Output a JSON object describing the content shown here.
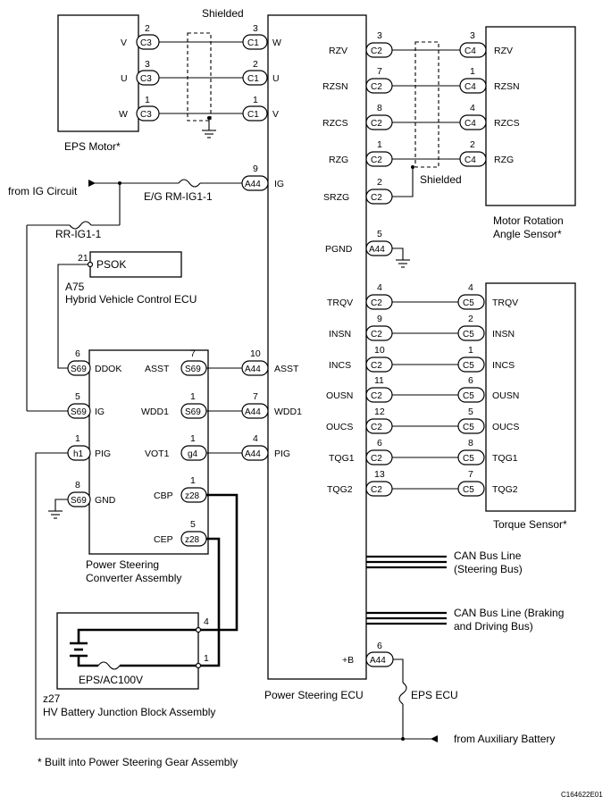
{
  "labels": {
    "shielded_top": "Shielded",
    "shielded_right": "Shielded",
    "eps_motor": "EPS Motor*",
    "ecu": "Power Steering ECU",
    "motor_rotation_1": "Motor Rotation",
    "motor_rotation_2": "Angle Sensor*",
    "torque_sensor": "Torque Sensor*",
    "from_ig": "from IG Circuit",
    "eg_rm": "E/G RM-IG1-1",
    "rr_ig": "RR-IG1-1",
    "psok": "PSOK",
    "a75_code": "A75",
    "a75_name": "Hybrid Vehicle Control ECU",
    "converter_1": "Power Steering",
    "converter_2": "Converter Assembly",
    "eps_ac": "EPS/AC100V",
    "z27_code": "z27",
    "z27_name": "HV Battery Junction Block Assembly",
    "can1_1": "CAN Bus Line",
    "can1_2": "(Steering Bus)",
    "can2_1": "CAN Bus Line (Braking",
    "can2_2": "and Driving Bus)",
    "eps_ecu_fuse": "EPS ECU",
    "from_aux": "from Auxiliary Battery",
    "footnote": "*  Built into Power Steering Gear Assembly",
    "figure_id": "C164622E01"
  },
  "motor_rows": [
    {
      "term": "V",
      "c3": "C3",
      "p1": "2",
      "c1": "C1",
      "p2": "3",
      "ecu": "W"
    },
    {
      "term": "U",
      "c3": "C3",
      "p1": "3",
      "c1": "C1",
      "p2": "2",
      "ecu": "U"
    },
    {
      "term": "W",
      "c3": "C3",
      "p1": "1",
      "c1": "C1",
      "p2": "1",
      "ecu": "V"
    }
  ],
  "ig_row": {
    "conn": "A44",
    "pin": "9",
    "label": "IG"
  },
  "angle_rows": [
    {
      "sig": "RZV",
      "c2": "C2",
      "p1": "3",
      "c4": "C4",
      "p2": "3",
      "term": "RZV"
    },
    {
      "sig": "RZSN",
      "c2": "C2",
      "p1": "7",
      "c4": "C4",
      "p2": "1",
      "term": "RZSN"
    },
    {
      "sig": "RZCS",
      "c2": "C2",
      "p1": "8",
      "c4": "C4",
      "p2": "4",
      "term": "RZCS"
    },
    {
      "sig": "RZG",
      "c2": "C2",
      "p1": "1",
      "c4": "C4",
      "p2": "2",
      "term": "RZG"
    }
  ],
  "srzg": {
    "sig": "SRZG",
    "conn": "C2",
    "pin": "2"
  },
  "pgnd": {
    "sig": "PGND",
    "conn": "A44",
    "pin": "5"
  },
  "torque_rows": [
    {
      "sig": "TRQV",
      "c2": "C2",
      "p1": "4",
      "c5": "C5",
      "p2": "4",
      "term": "TRQV"
    },
    {
      "sig": "INSN",
      "c2": "C2",
      "p1": "9",
      "c5": "C5",
      "p2": "2",
      "term": "INSN"
    },
    {
      "sig": "INCS",
      "c2": "C2",
      "p1": "10",
      "c5": "C5",
      "p2": "1",
      "term": "INCS"
    },
    {
      "sig": "OUSN",
      "c2": "C2",
      "p1": "11",
      "c5": "C5",
      "p2": "6",
      "term": "OUSN"
    },
    {
      "sig": "OUCS",
      "c2": "C2",
      "p1": "12",
      "c5": "C5",
      "p2": "5",
      "term": "OUCS"
    },
    {
      "sig": "TQG1",
      "c2": "C2",
      "p1": "6",
      "c5": "C5",
      "p2": "8",
      "term": "TQG1"
    },
    {
      "sig": "TQG2",
      "c2": "C2",
      "p1": "13",
      "c5": "C5",
      "p2": "7",
      "term": "TQG2"
    }
  ],
  "converter": {
    "left": [
      {
        "conn": "S69",
        "pin": "6",
        "term": "DDOK"
      },
      {
        "conn": "S69",
        "pin": "5",
        "term": "IG"
      },
      {
        "conn": "h1",
        "pin": "1",
        "term": "PIG"
      },
      {
        "conn": "S69",
        "pin": "8",
        "term": "GND"
      }
    ],
    "right": [
      {
        "term": "ASST",
        "conn": "S69",
        "pin": "7",
        "ecu_conn": "A44",
        "ecu_pin": "10",
        "ecu_term": "ASST"
      },
      {
        "term": "WDD1",
        "conn": "S69",
        "pin": "1",
        "ecu_conn": "A44",
        "ecu_pin": "7",
        "ecu_term": "WDD1"
      },
      {
        "term": "VOT1",
        "conn": "g4",
        "pin": "1",
        "ecu_conn": "A44",
        "ecu_pin": "4",
        "ecu_term": "PIG"
      },
      {
        "term": "CBP",
        "conn": "z28",
        "pin": "1"
      },
      {
        "term": "CEP",
        "conn": "z28",
        "pin": "5"
      }
    ]
  },
  "psok_pin": "21",
  "jb_pins": {
    "top": "4",
    "bottom": "1"
  },
  "plusb": {
    "label": "+B",
    "conn": "A44",
    "pin": "6"
  }
}
